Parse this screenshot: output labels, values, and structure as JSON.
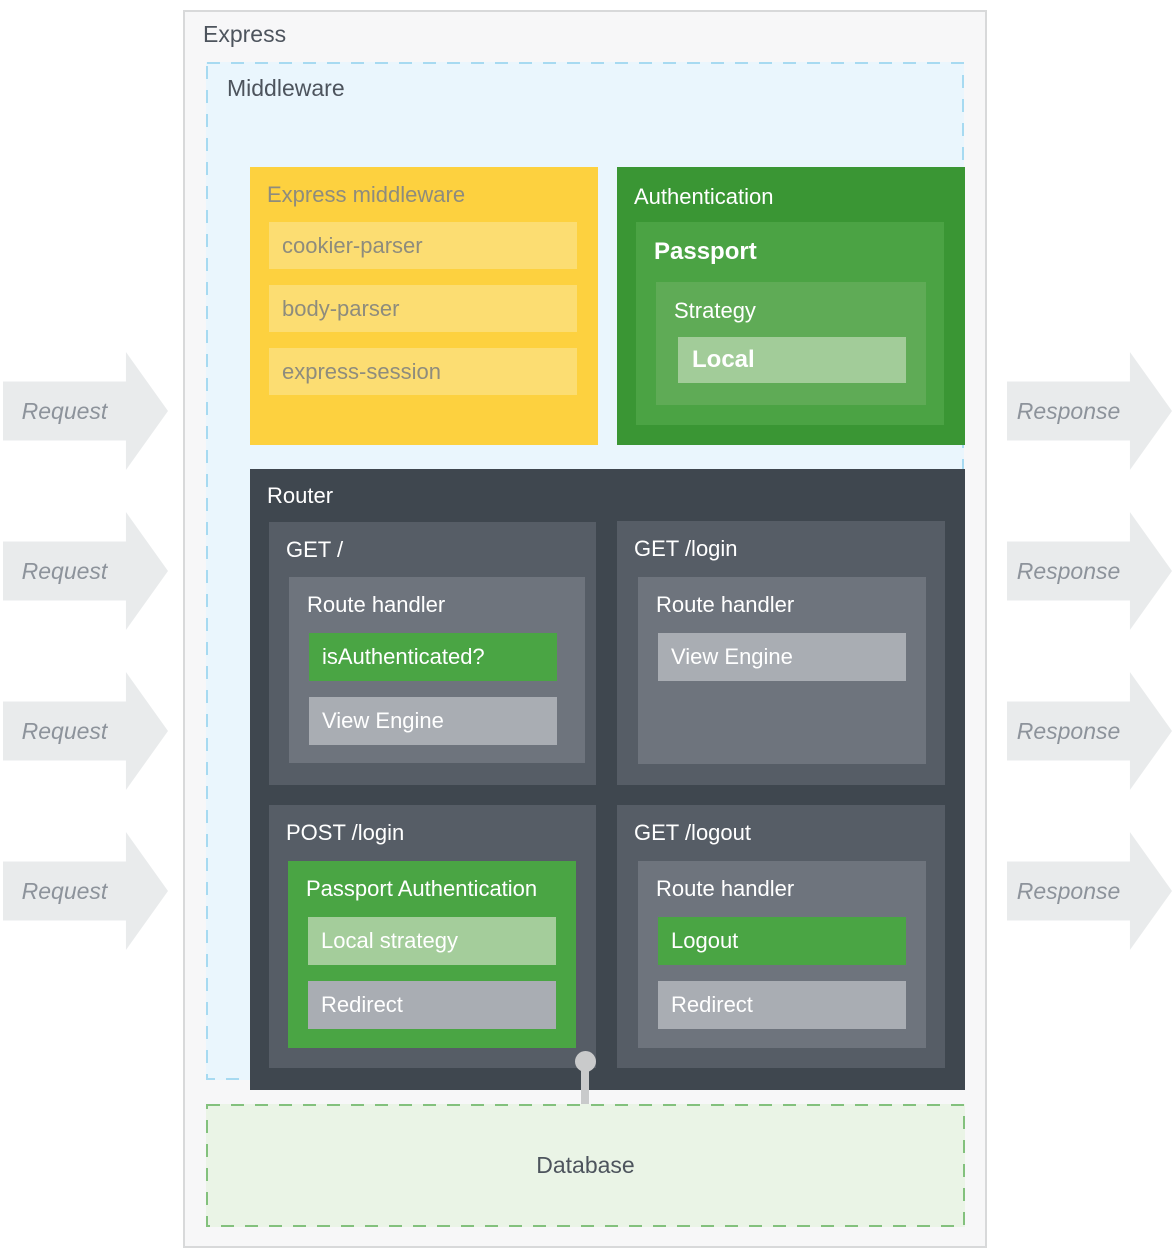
{
  "express": {
    "title": "Express"
  },
  "middleware": {
    "title": "Middleware",
    "express_middleware": {
      "title": "Express middleware",
      "items": [
        "cookier-parser",
        "body-parser",
        "express-session"
      ]
    },
    "authentication": {
      "title": "Authentication",
      "passport": {
        "title": "Passport",
        "strategy": {
          "title": "Strategy",
          "local": "Local"
        }
      }
    },
    "router": {
      "title": "Router",
      "routes": [
        {
          "method_path": "GET /",
          "handler_title": "Route handler",
          "steps": [
            "isAuthenticated?",
            "View Engine"
          ]
        },
        {
          "method_path": "GET /login",
          "handler_title": "Route handler",
          "steps": [
            "View Engine"
          ]
        },
        {
          "method_path": "POST /login",
          "handler_title": "Passport Authentication",
          "steps": [
            "Local strategy",
            "Redirect"
          ]
        },
        {
          "method_path": "GET /logout",
          "handler_title": "Route handler",
          "steps": [
            "Logout",
            "Redirect"
          ]
        }
      ]
    }
  },
  "database": {
    "title": "Database"
  },
  "flow": {
    "request_label": "Request",
    "response_label": "Response"
  },
  "colors": {
    "express_bg": "#f7f7f8",
    "express_border": "#d8d9da",
    "middleware_bg": "#eaf6fd",
    "middleware_border": "#a7daf1",
    "yellow": "#fdd13f",
    "yellow_item": "#fcdd72",
    "yellow_text": "#8e8c7d",
    "green_dark": "#3a9634",
    "green_mid": "#4ba344",
    "green_light": "#5fab56",
    "green_pale": "#a2cc99",
    "router_bg": "#3f474f",
    "panel_bg": "#565d66",
    "handler_bg": "#6e747d",
    "item_green": "#4aa544",
    "item_gray": "#a9adb3",
    "item_pale_green": "#a4cd9b",
    "arrow_bg": "#e9ebec",
    "arrow_text": "#8d939b",
    "db_bg": "#eaf4e6",
    "db_border": "#83c17d",
    "title_text": "#4d545d",
    "connector": "#c9cacb"
  }
}
